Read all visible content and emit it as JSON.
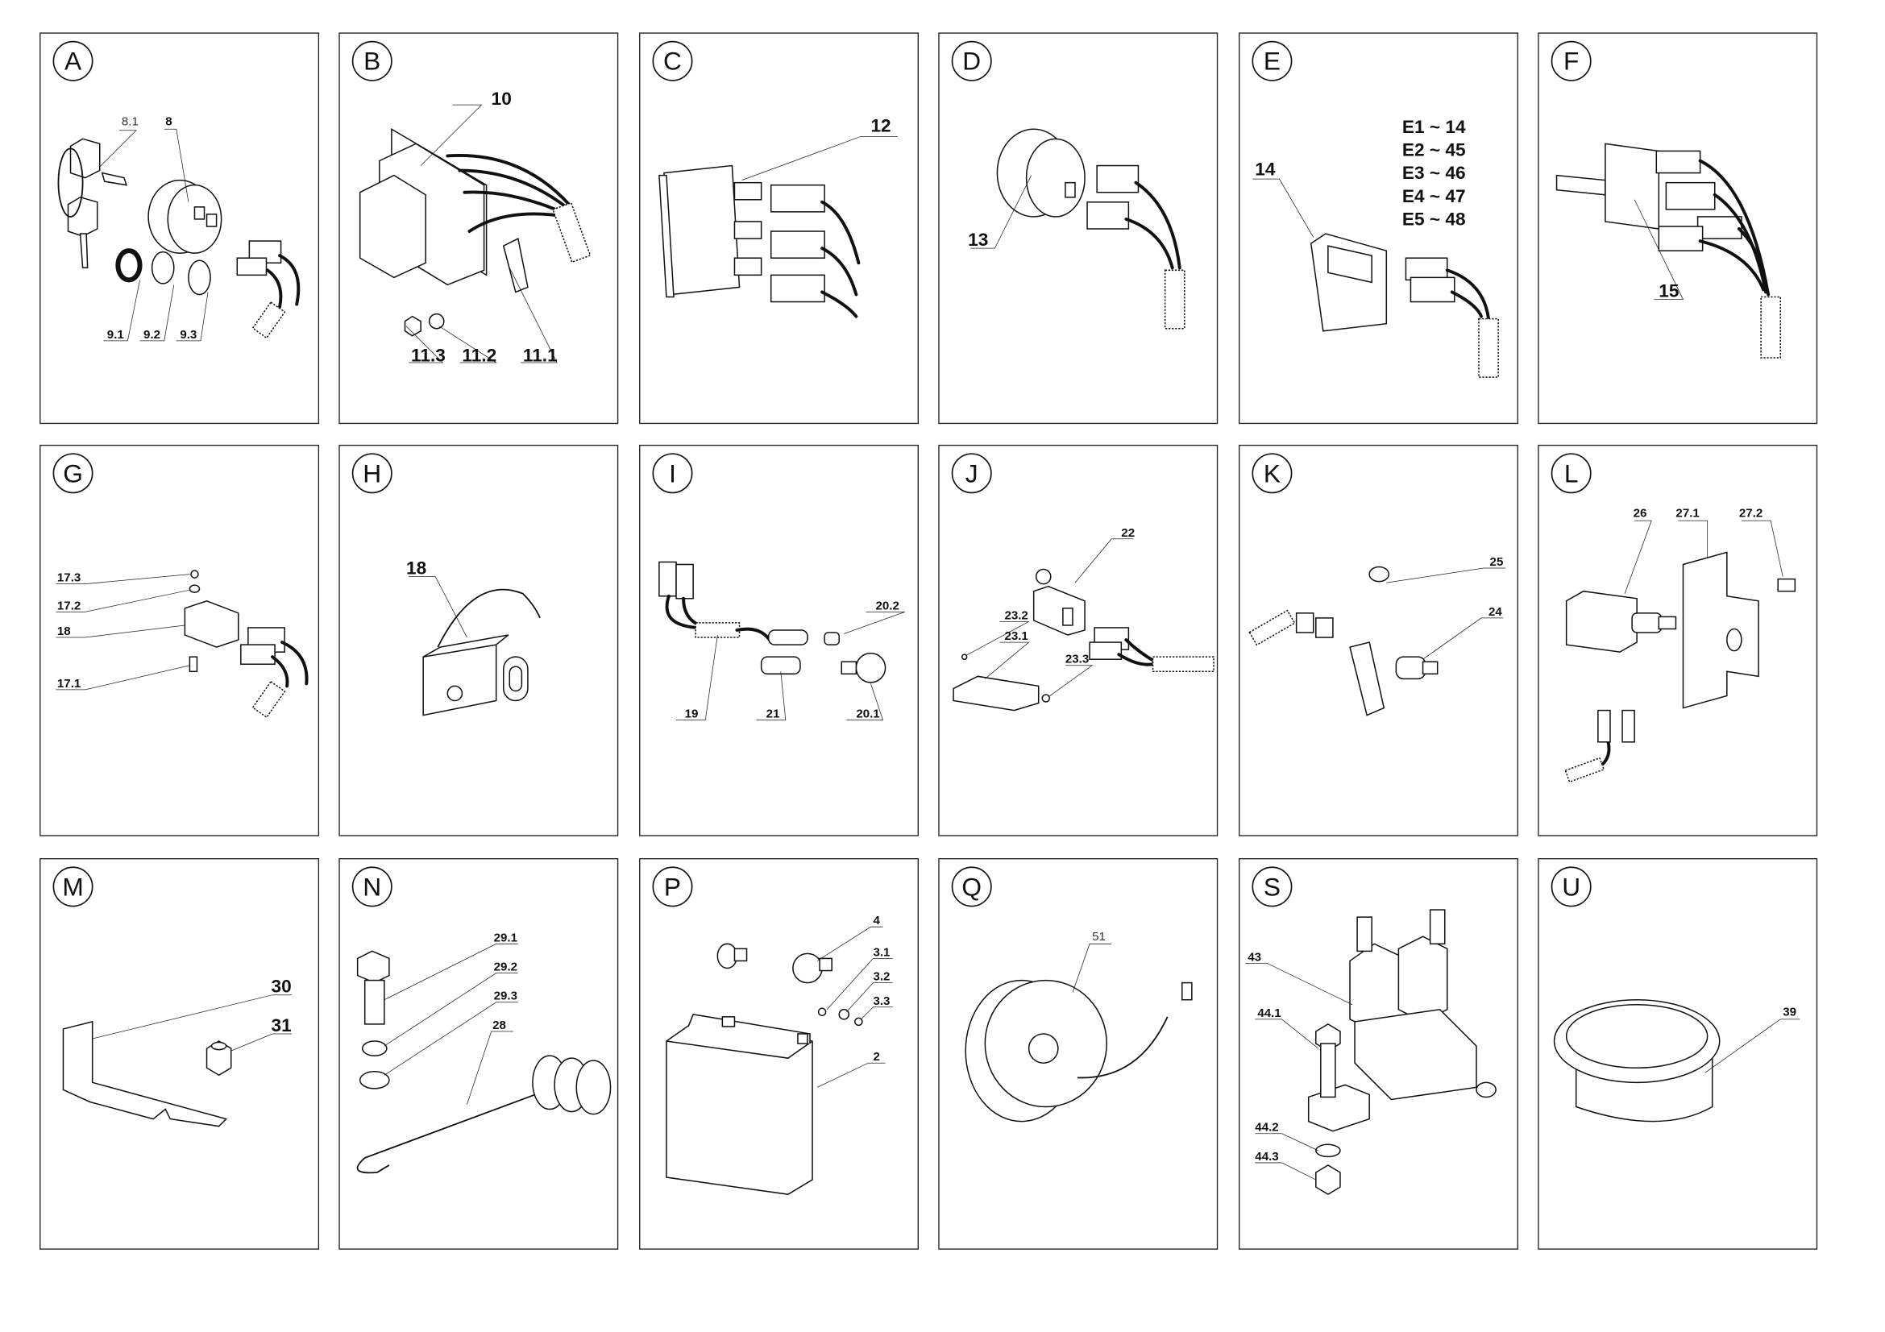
{
  "panels": {
    "A": {
      "letter": "A",
      "labels": [
        "8.1",
        "8",
        "9.1",
        "9.2",
        "9.3"
      ]
    },
    "B": {
      "letter": "B",
      "labels": [
        "10",
        "11.3",
        "11.2",
        "11.1"
      ]
    },
    "C": {
      "letter": "C",
      "labels": [
        "12"
      ]
    },
    "D": {
      "letter": "D",
      "labels": [
        "13"
      ]
    },
    "E": {
      "letter": "E",
      "labels": [
        "14"
      ],
      "variants": [
        "E1 ~ 14",
        "E2 ~ 45",
        "E3 ~ 46",
        "E4 ~ 47",
        "E5 ~ 48"
      ]
    },
    "F": {
      "letter": "F",
      "labels": [
        "15"
      ]
    },
    "G": {
      "letter": "G",
      "labels": [
        "17.3",
        "17.2",
        "18",
        "17.1"
      ]
    },
    "H": {
      "letter": "H",
      "labels": [
        "18"
      ]
    },
    "I": {
      "letter": "I",
      "labels": [
        "20.2",
        "19",
        "21",
        "20.1"
      ]
    },
    "J": {
      "letter": "J",
      "labels": [
        "22",
        "23.2",
        "23.1",
        "23.3"
      ]
    },
    "K": {
      "letter": "K",
      "labels": [
        "25",
        "24"
      ]
    },
    "L": {
      "letter": "L",
      "labels": [
        "26",
        "27.1",
        "27.2"
      ]
    },
    "M": {
      "letter": "M",
      "labels": [
        "30",
        "31"
      ]
    },
    "N": {
      "letter": "N",
      "labels": [
        "29.1",
        "29.2",
        "29.3",
        "28"
      ]
    },
    "P": {
      "letter": "P",
      "labels": [
        "4",
        "3.1",
        "3.2",
        "3.3",
        "2"
      ]
    },
    "Q": {
      "letter": "Q",
      "labels": [
        "51"
      ]
    },
    "S": {
      "letter": "S",
      "labels": [
        "43",
        "44.1",
        "44.2",
        "44.3"
      ]
    },
    "U": {
      "letter": "U",
      "labels": [
        "39"
      ]
    }
  }
}
